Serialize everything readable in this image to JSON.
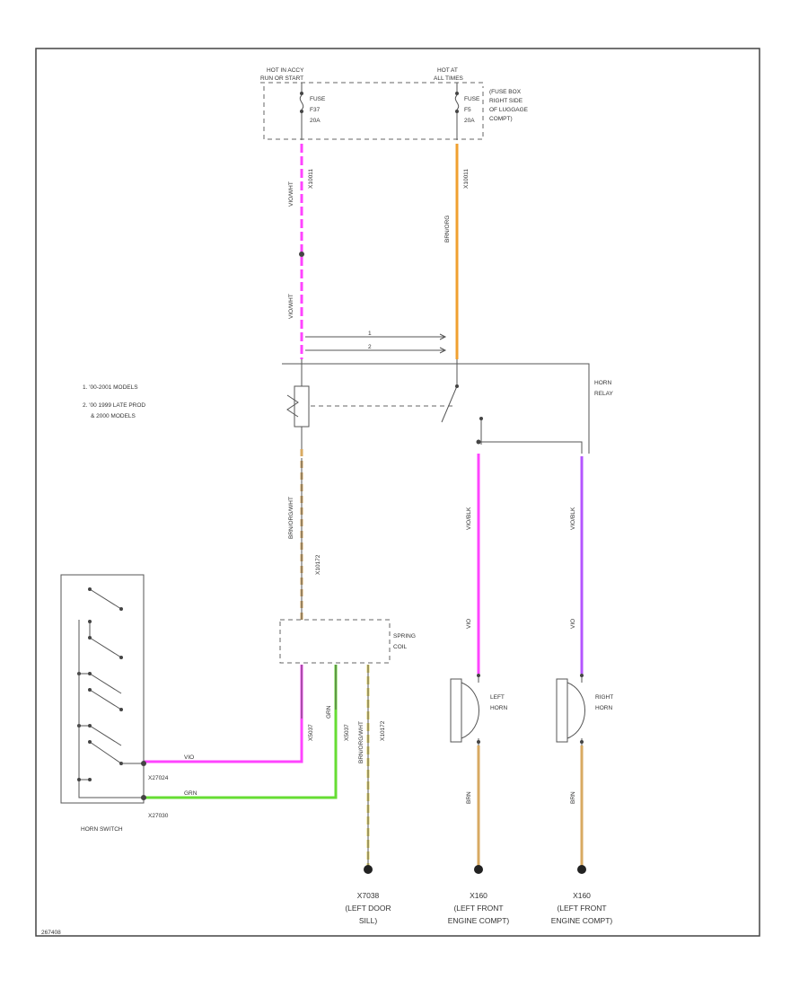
{
  "power": {
    "left_source": [
      "HOT IN ACCY",
      "RUN OR START"
    ],
    "right_source": [
      "HOT AT",
      "ALL TIMES"
    ],
    "left_fuse": [
      "FUSE",
      "F37",
      "20A"
    ],
    "right_fuse": [
      "FUSE",
      "F5",
      "20A"
    ],
    "fuse_box": [
      "(FUSE BOX",
      "RIGHT SIDE",
      "OF LUGGAGE",
      "COMPT)"
    ]
  },
  "notes": [
    "1. '00-2001 MODELS",
    "2. '00 1999 LATE PROD",
    "& 2000 MODELS"
  ],
  "components": {
    "horn_relay": [
      "HORN",
      "RELAY"
    ],
    "spring_coil": [
      "SPRING",
      "COIL"
    ],
    "left_horn": [
      "LEFT",
      "HORN"
    ],
    "right_horn": [
      "RIGHT",
      "HORN"
    ],
    "horn_switch": "HORN SWITCH"
  },
  "connectors": {
    "x_top1": "X10011",
    "x_top2": "X10011",
    "x_mid": "X10172",
    "x_bot1": "X5037",
    "x_bot2": "X5037",
    "x_bot3": "X10172",
    "switch_c1": "X27024",
    "switch_c2": "X27030"
  },
  "wire_labels": {
    "vio_yel_1": "VIO/WHT",
    "vio_yel_2": "VIO/WHT",
    "org_brn": "BRN/ORG/WHT",
    "brn_top": "BRN/ORG",
    "vio_1": "VIO/BLK",
    "vio_2": "VIO/BLK",
    "vio_3": "VIO",
    "vio_4": "VIO",
    "brn_l": "BRN",
    "brn_r": "BRN",
    "vio_h": "VIO",
    "grn_h": "GRN",
    "spring_grn": "GRN",
    "spring_brn": "BRN/ORG/WHT"
  },
  "grounds": {
    "g1": [
      "X7038",
      "(LEFT DOOR",
      "SILL)"
    ],
    "g2": [
      "X160",
      "(LEFT FRONT",
      "ENGINE COMPT)"
    ],
    "g3": [
      "X160",
      "(LEFT FRONT",
      "ENGINE COMPT)"
    ]
  },
  "diagram_id": "267408",
  "colors": {
    "violet": "#ff44ff",
    "violet_dark": "#b455ff",
    "orange": "#f0a030",
    "brown": "#d8aa62",
    "green": "#66dd33",
    "yellow": "#e8d866",
    "black": "#333333"
  }
}
